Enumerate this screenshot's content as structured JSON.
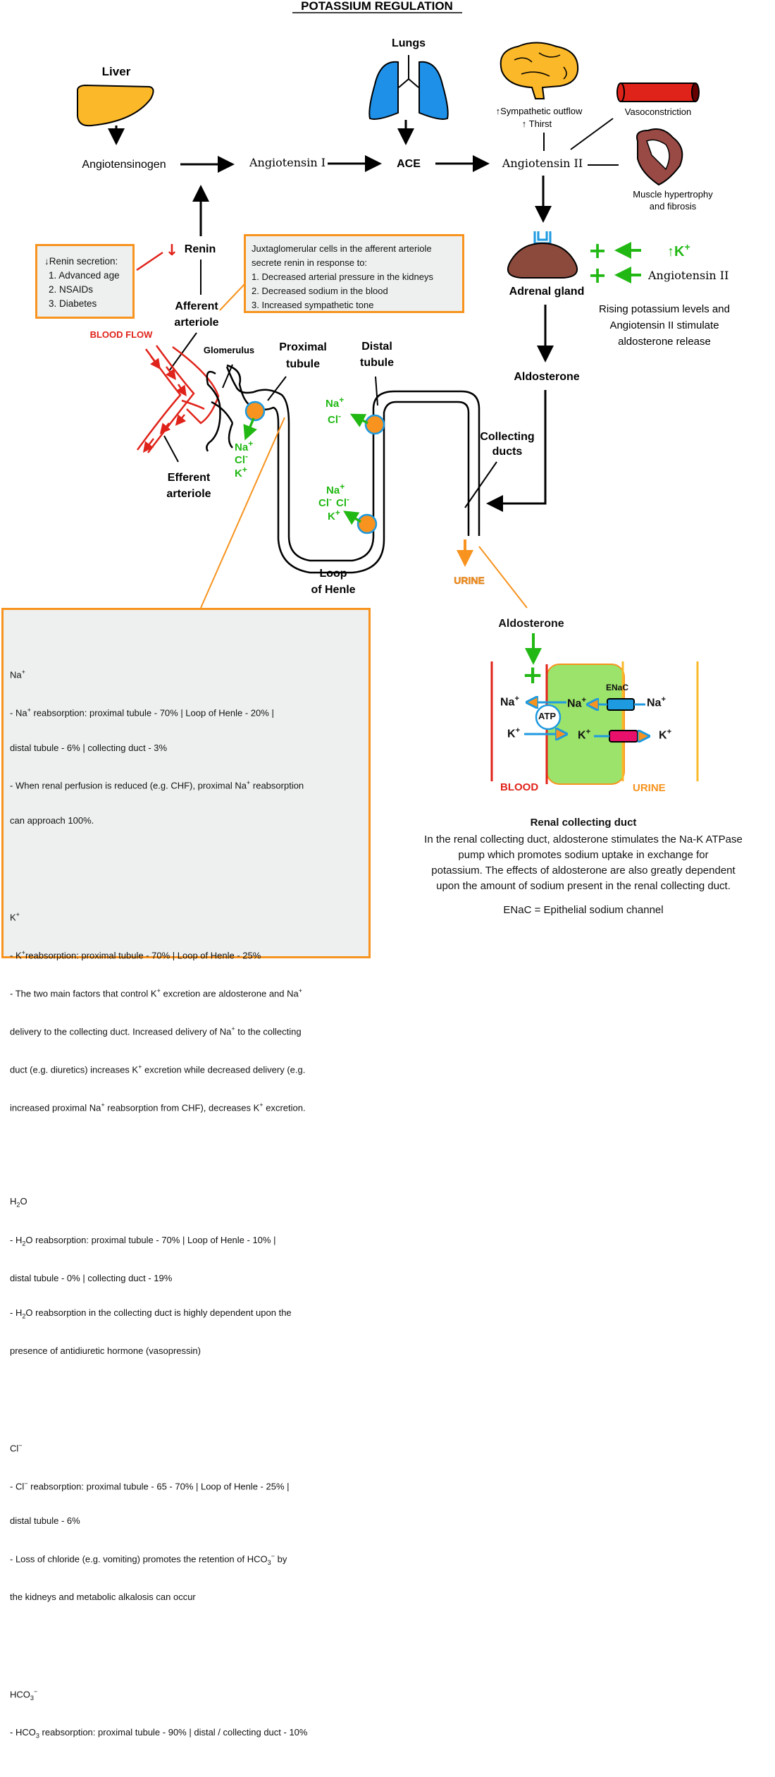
{
  "title": "POTASSIUM REGULATION",
  "organs": {
    "liver": "Liver",
    "lungs": "Lungs",
    "adrenal": "Adrenal gland"
  },
  "raas": {
    "angiotensinogen": "Angiotensinogen",
    "angiotensin1": "Angiotensin I",
    "ace": "ACE",
    "angiotensin2": "Angiotensin II",
    "sympathetic": "↑Sympathetic outflow",
    "thirst": "↑ Thirst",
    "vasoconstriction": "Vasoconstriction",
    "hypertrophy_1": "Muscle hypertrophy",
    "hypertrophy_2": "and fibrosis",
    "renin": "Renin",
    "renin_arrow": "↓",
    "aldosterone": "Aldosterone"
  },
  "adrenal_inputs": {
    "plus": "+",
    "k_up": "↑K",
    "k_sup": "+",
    "ang2": "Angiotensin II",
    "note_1": "Rising potassium levels and",
    "note_2": "Angiotensin II stimulate",
    "note_3": "aldosterone release"
  },
  "renin_box": {
    "heading": "↓Renin secretion:",
    "items": [
      "1. Advanced age",
      "2. NSAIDs",
      "3. Diabetes"
    ]
  },
  "jg_box": {
    "line1": "Juxtaglomerular cells in the afferent arteriole",
    "line2": "secrete renin in response to:",
    "items": [
      "1. Decreased arterial pressure in the kidneys",
      "2. Decreased sodium in the blood",
      "3. Increased sympathetic tone"
    ]
  },
  "nephron": {
    "afferent_1": "Afferent",
    "afferent_2": "arteriole",
    "blood_flow": "BLOOD FLOW",
    "glomerulus": "Glomerulus",
    "proximal_1": "Proximal",
    "proximal_2": "tubule",
    "distal_1": "Distal",
    "distal_2": "tubule",
    "efferent_1": "Efferent",
    "efferent_2": "arteriole",
    "loop_1": "Loop",
    "loop_2": "of Henle",
    "collecting_1": "Collecting",
    "collecting_2": "ducts",
    "urine": "URINE",
    "na": "Na",
    "cl": "Cl",
    "k": "K",
    "plus": "+",
    "minus": "-"
  },
  "left_box": {
    "na": {
      "head": "Na",
      "l1": "- Na",
      "l1b": " reabsorption: proximal tubule - 70% | Loop of Henle - 20% |",
      "l2": "  distal  tubule - 6% | collecting duct - 3%",
      "l3": "- When renal perfusion is reduced (e.g. CHF), proximal Na",
      "l3b": " reabsorption",
      "l4": "  can approach 100%."
    },
    "k": {
      "head": "K",
      "l1": "- K",
      "l1b": "reabsorption: proximal tubule - 70% | Loop of Henle - 25%",
      "l2": "- The two main factors that control K",
      "l2b": " excretion are aldosterone and Na",
      "l3": "  delivery to the collecting duct. Increased delivery of Na",
      "l3b": " to the collecting",
      "l4": "  duct (e.g. diuretics) increases K",
      "l4b": " excretion while decreased delivery (e.g.",
      "l5": "  increased proximal Na",
      "l5b": "  reabsorption from CHF), decreases K",
      "l5c": " excretion."
    },
    "h2o": {
      "head_a": "H",
      "head_sub": "2",
      "head_b": "O",
      "l1a": " - H",
      "l1b": "O reabsorption: proximal tubule - 70% | Loop of Henle - 10% |",
      "l2": "   distal  tubule - 0% | collecting duct - 19%",
      "l3a": " - H",
      "l3b": "O reabsorption in the collecting duct is highly dependent upon the",
      "l4": "   presence of antidiuretic hormone (vasopressin)"
    },
    "cl": {
      "head": "Cl",
      "head_sup": "−",
      "l1a": " - Cl",
      "l1b": " reabsorption: proximal tubule - 65 - 70% | Loop of Henle - 25% |",
      "l2": "   distal tubule - 6%",
      "l3": " - Loss of chloride (e.g. vomiting)  promotes the retention of HCO",
      "l3sub": "3",
      "l3sup": "−",
      "l3b": " by",
      "l4": "   the kidneys and metabolic alkalosis can occur"
    },
    "hco3": {
      "head": "HCO",
      "head_sub": "3",
      "head_sup": "−",
      "l1a": " - HCO",
      "l1b": " reabsorption: proximal tubule - 90% | distal / collecting duct - 10%"
    }
  },
  "right_box": {
    "aldosterone": "Aldosterone",
    "plus": "+",
    "enac": "ENaC",
    "atp": "ATP",
    "na": "Na",
    "k": "K",
    "sup": "+",
    "blood": "BLOOD",
    "urine": "URINE",
    "title": "Renal collecting duct",
    "desc": [
      "In the renal collecting duct, aldosterone stimulates the Na-K ATPase",
      "pump which promotes sodium uptake in exchange for",
      "potassium. The effects of aldosterone are also greatly dependent",
      "upon the amount of sodium present in the renal collecting duct."
    ],
    "footnote": "ENaC = Epithelial sodium channel"
  },
  "colors": {
    "orange": "#f7931e",
    "green": "#22b814",
    "red": "#e0231a",
    "blue": "#1e9ae0",
    "liver": "#fbb829",
    "lungs": "#1e90e8",
    "adrenal": "#8b4a3c",
    "cell": "#9be36a"
  }
}
